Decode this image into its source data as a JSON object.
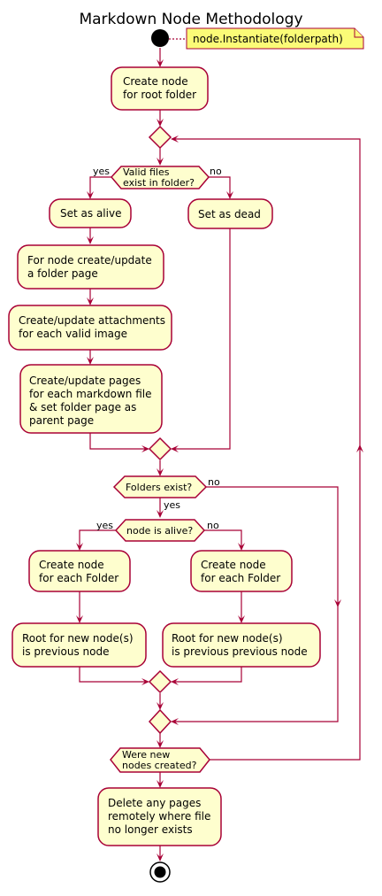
{
  "title": "Markdown Node Methodology",
  "colors": {
    "line": "#A80036",
    "fill": "#FEFECE",
    "note_fill": "#FBFB77",
    "start_end": "#000000"
  },
  "note": {
    "text": "node.Instantiate(folderpath)"
  },
  "activities": {
    "create_root": [
      "Create node",
      "for root folder"
    ],
    "set_alive": [
      "Set as alive"
    ],
    "set_dead": [
      "Set as dead"
    ],
    "folder_page": [
      "For node create/update",
      "a folder page"
    ],
    "attachments": [
      "Create/update attachments",
      "for each valid image"
    ],
    "md_pages": [
      "Create/update pages",
      "for each markdown file",
      "& set folder page as",
      "parent page"
    ],
    "create_node_yes": [
      "Create node",
      "for each Folder"
    ],
    "create_node_no": [
      "Create node",
      "for each Folder"
    ],
    "root_prev": [
      "Root for new node(s)",
      "is previous node"
    ],
    "root_prev_prev": [
      "Root for new node(s)",
      "is previous previous node"
    ],
    "delete_pages": [
      "Delete any pages",
      "remotely where file",
      "no longer exists"
    ]
  },
  "decisions": {
    "valid_files": [
      "Valid files",
      "exist in folder?"
    ],
    "folders_exist": [
      "Folders exist?"
    ],
    "node_alive": [
      "node is alive?"
    ],
    "new_nodes": [
      "Were new",
      "nodes created?"
    ]
  },
  "edge_labels": {
    "valid_yes": "yes",
    "valid_no": "no",
    "folders_no": "no",
    "folders_yes": "yes",
    "alive_yes": "yes",
    "alive_no": "no"
  }
}
